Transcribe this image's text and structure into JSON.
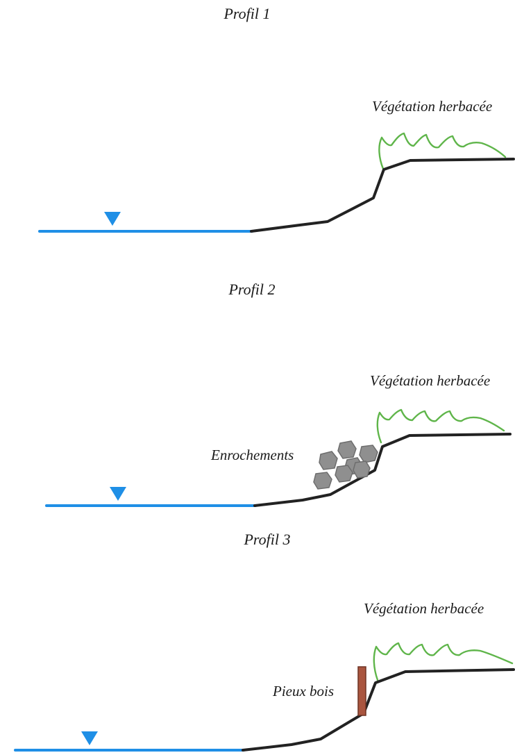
{
  "colors": {
    "water": "#1f8fe6",
    "bank": "#222222",
    "vegetation": "#5fb54a",
    "rock": "#8f8f8f",
    "stake": "#a9553f"
  },
  "profiles": [
    {
      "title": "Profil 1",
      "vegetation_label": "Végétation herbacée"
    },
    {
      "title": "Profil 2",
      "vegetation_label": "Végétation herbacée",
      "structure_label": "Enrochements"
    },
    {
      "title": "Profil 3",
      "vegetation_label": "Végétation herbacée",
      "structure_label": "Pieux bois"
    }
  ]
}
